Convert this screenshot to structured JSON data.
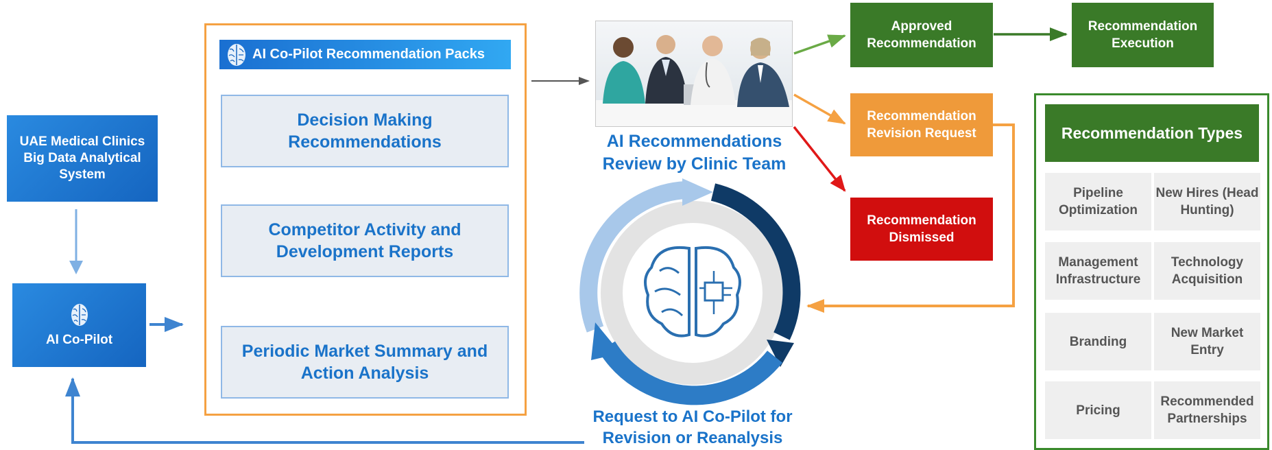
{
  "source_system": {
    "label": "UAE Medical Clinics Big Data Analytical System"
  },
  "copilot": {
    "label": "AI Co-Pilot",
    "icon": "brain-icon"
  },
  "packs": {
    "header": "AI Co-Pilot Recommendation Packs",
    "icon": "brain-icon",
    "items": [
      {
        "label": "Decision Making Recommendations"
      },
      {
        "label": "Competitor Activity and Development Reports"
      },
      {
        "label": "Periodic Market Summary and Action Analysis"
      }
    ]
  },
  "review": {
    "label": "AI Recommendations Review by Clinic Team",
    "image": "medical-team-meeting-photo"
  },
  "outcomes": {
    "approved": "Approved Recommendation",
    "execution": "Recommendation Execution",
    "revision": "Recommendation Revision Request",
    "dismissed": "Recommendation Dismissed"
  },
  "cycle": {
    "label": "Request to AI Co-Pilot for Revision or Reanalysis",
    "icon": "ai-brain-circuit-icon"
  },
  "types": {
    "header": "Recommendation Types",
    "items": [
      "Pipeline Optimization",
      "New Hires (Head Hunting)",
      "Management Infrastructure",
      "Technology Acquisition",
      "Branding",
      "New Market Entry",
      "Pricing",
      "Recommended Partnerships"
    ]
  },
  "colors": {
    "blue": "#1a73c9",
    "orange": "#f5a142",
    "green": "#3a7a28",
    "red": "#d10e0e",
    "light_blue_arrow": "#7fb0e3",
    "green_arrow": "#6aaa46"
  }
}
